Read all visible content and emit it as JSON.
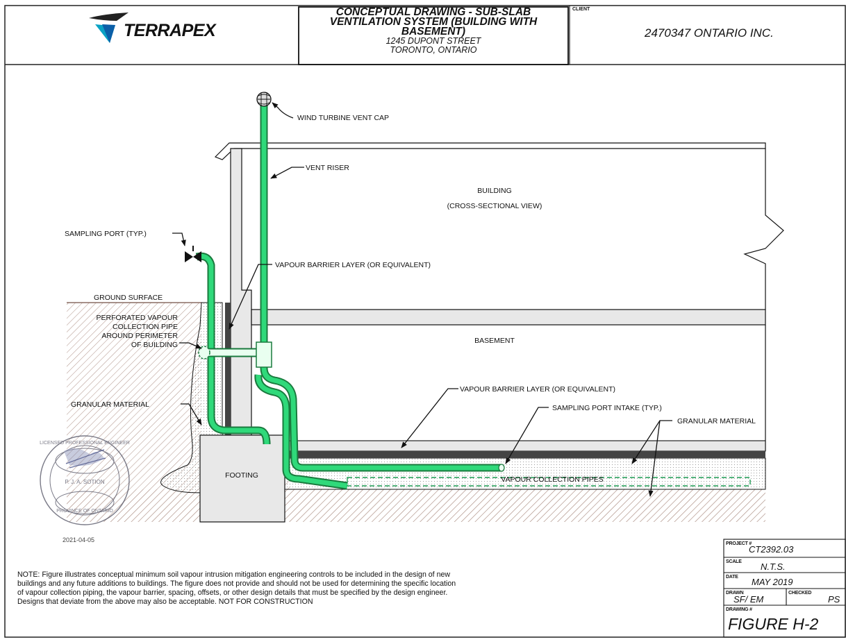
{
  "header": {
    "logo_text": "TERRAPEX",
    "title_lines": [
      "CONCEPTUAL DRAWING - SUB-SLAB",
      "VENTILATION SYSTEM (BUILDING WITH",
      "BASEMENT)"
    ],
    "address_lines": [
      "1245 DUPONT STREET",
      "TORONTO, ONTARIO"
    ],
    "client_label": "CLIENT",
    "client_name": "2470347 ONTARIO INC."
  },
  "diagram": {
    "building_label": "BUILDING",
    "building_sublabel": "(CROSS-SECTIONAL VIEW)",
    "basement_label": "BASEMENT",
    "footing_label": "FOOTING",
    "ground_surface_label": "GROUND SURFACE",
    "callouts": {
      "wind_turbine": "WIND TURBINE VENT CAP",
      "vent_riser": "VENT RISER",
      "sampling_port": "SAMPLING PORT (TYP.)",
      "vapour_barrier_wall": "VAPOUR BARRIER LAYER (OR EQUIVALENT)",
      "perforated_pipe": [
        "PERFORATED VAPOUR",
        "COLLECTION PIPE",
        "AROUND PERIMETER",
        "OF BUILDING"
      ],
      "granular_material_left": "GRANULAR MATERIAL",
      "vapour_barrier_slab": "VAPOUR BARRIER LAYER (OR EQUIVALENT)",
      "sampling_port_intake": "SAMPLING PORT INTAKE (TYP.)",
      "granular_material_right": "GRANULAR MATERIAL",
      "vapour_collection_pipes": "VAPOUR COLLECTION PIPES"
    },
    "colors": {
      "pipe": "#2fd97a",
      "pipe_outline": "#1a7a3e",
      "hatch": "#b59a90",
      "wall": "#e8e8e8",
      "barrier": "#444444"
    }
  },
  "stamp": {
    "date": "2021-04-05"
  },
  "note": {
    "lines": [
      "NOTE: Figure illustrates conceptual minimum soil vapour intrusion mitigation engineering controls to be included in the design of new",
      "buildings and any future additions to buildings.  The figure does not provide and should not be used for determining the specific location",
      "of vapour collection piping, the vapour barrier, spacing, offsets, or other design details that must be specified by the design engineer.",
      "Designs that deviate from the above may also be acceptable.  NOT FOR CONSTRUCTION"
    ]
  },
  "title_block": {
    "project_label": "PROJECT #",
    "project_value": "CT2392.03",
    "scale_label": "SCALE",
    "scale_value": "N.T.S.",
    "date_label": "DATE",
    "date_value": "MAY 2019",
    "drawn_label": "DRAWN",
    "drawn_value": "SF/ EM",
    "checked_label": "CHECKED",
    "checked_value": "PS",
    "drawing_label": "DRAWING #",
    "drawing_value": "FIGURE H-2"
  }
}
